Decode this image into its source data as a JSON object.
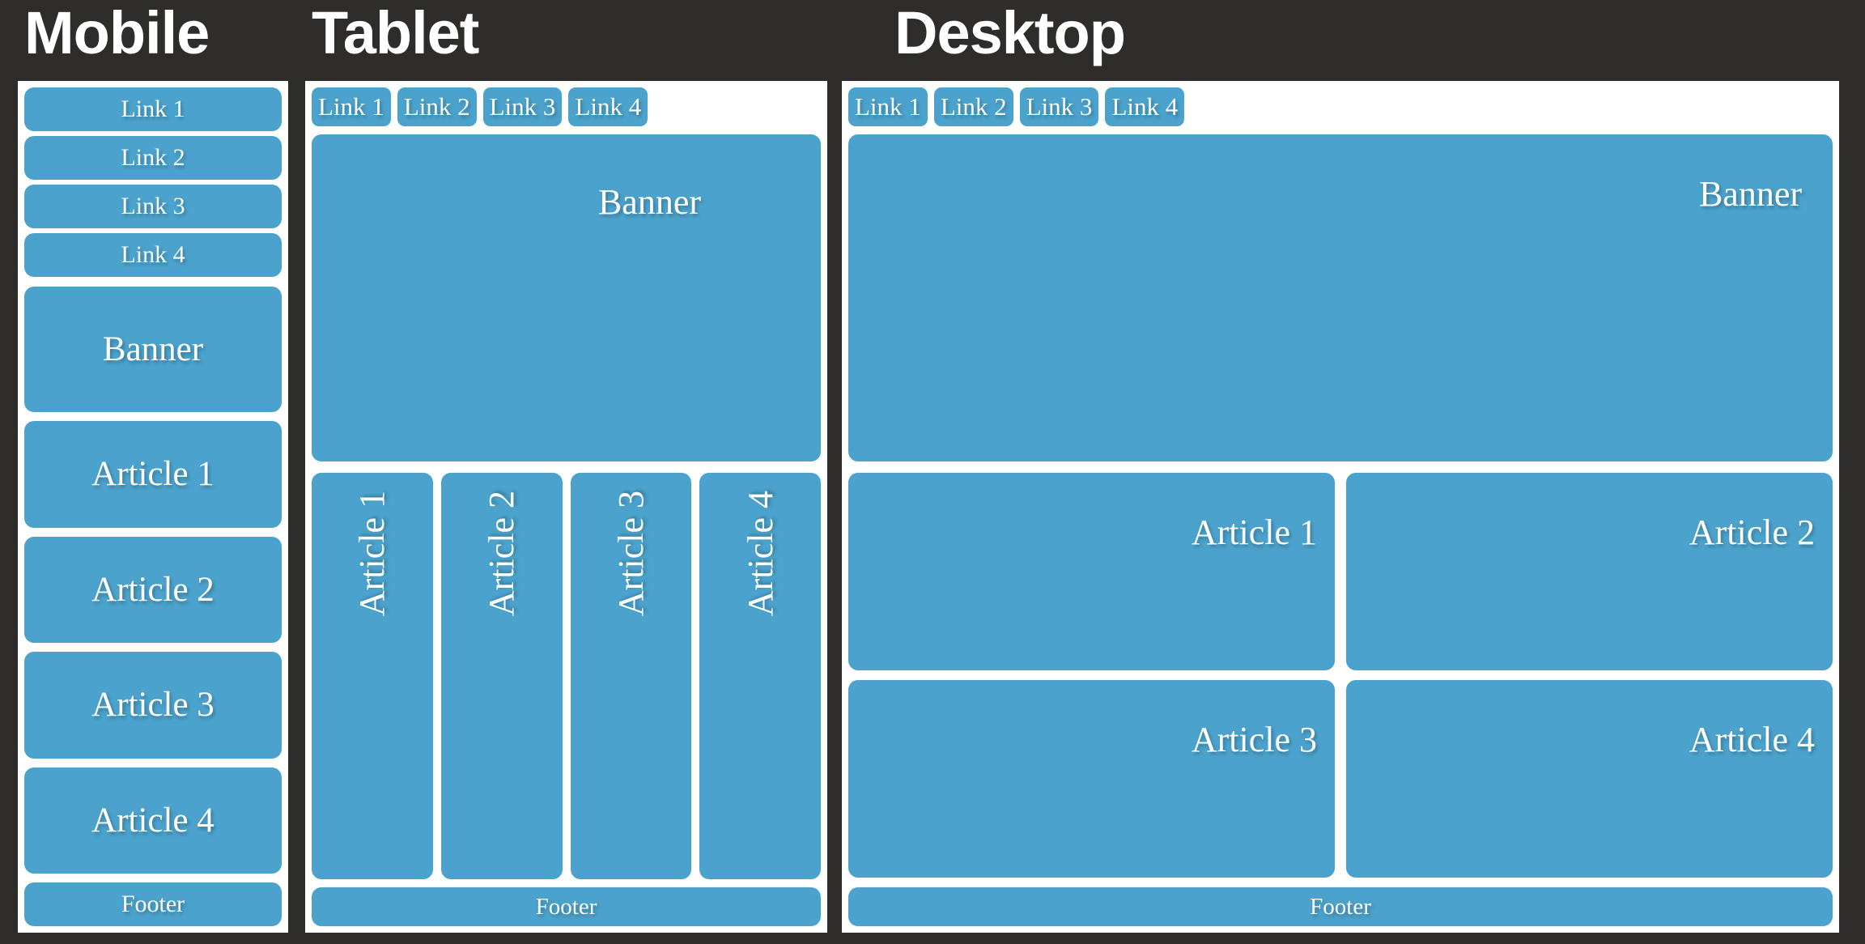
{
  "page": {
    "background_color": "#2e2d2c",
    "panel_color": "#ffffff",
    "block_color": "#4ba3cd",
    "text_color": "#ffffff"
  },
  "sections": {
    "mobile": {
      "title": "Mobile",
      "links": [
        {
          "label": "Link 1"
        },
        {
          "label": "Link 2"
        },
        {
          "label": "Link 3"
        },
        {
          "label": "Link 4"
        }
      ],
      "banner": {
        "label": "Banner"
      },
      "articles": [
        {
          "label": "Article 1"
        },
        {
          "label": "Article 2"
        },
        {
          "label": "Article 3"
        },
        {
          "label": "Article 4"
        }
      ],
      "footer": {
        "label": "Footer"
      }
    },
    "tablet": {
      "title": "Tablet",
      "links": [
        {
          "label": "Link 1"
        },
        {
          "label": "Link 2"
        },
        {
          "label": "Link 3"
        },
        {
          "label": "Link 4"
        }
      ],
      "banner": {
        "label": "Banner"
      },
      "articles": [
        {
          "label": "Article 1"
        },
        {
          "label": "Article 2"
        },
        {
          "label": "Article 3"
        },
        {
          "label": "Article 4"
        }
      ],
      "footer": {
        "label": "Footer"
      }
    },
    "desktop": {
      "title": "Desktop",
      "links": [
        {
          "label": "Link 1"
        },
        {
          "label": "Link 2"
        },
        {
          "label": "Link 3"
        },
        {
          "label": "Link 4"
        }
      ],
      "banner": {
        "label": "Banner"
      },
      "articles": [
        {
          "label": "Article 1"
        },
        {
          "label": "Article 2"
        },
        {
          "label": "Article 3"
        },
        {
          "label": "Article 4"
        }
      ],
      "footer": {
        "label": "Footer"
      }
    }
  }
}
